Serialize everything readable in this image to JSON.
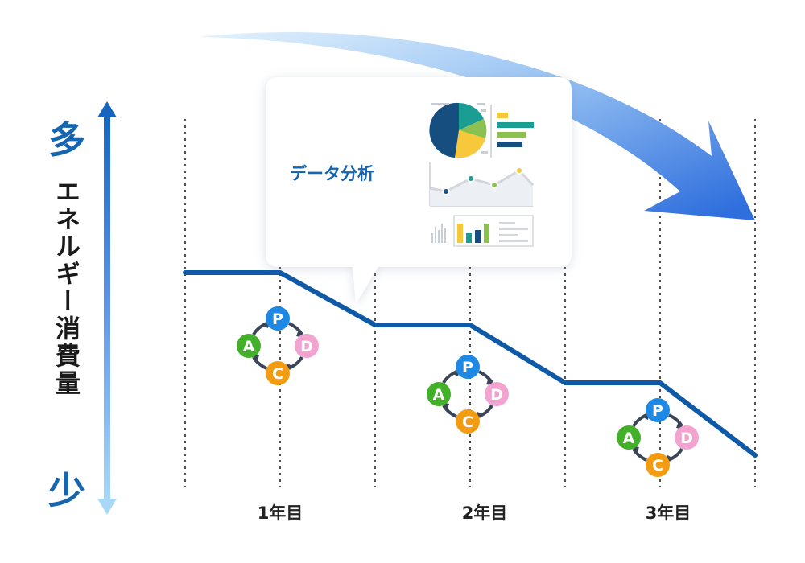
{
  "axis": {
    "top_label": "多",
    "bottom_label": "少",
    "vertical_label": "エネルギー消費量"
  },
  "timeline": {
    "years": [
      "1年目",
      "2年目",
      "3年目"
    ]
  },
  "callout": {
    "title": "データ分析"
  },
  "pdca": {
    "letters": [
      "P",
      "D",
      "C",
      "A"
    ]
  },
  "colors": {
    "line": "#0f5aa6",
    "axis_top": "#1565c0",
    "axis_bottom": "#a8d8f6",
    "big_arrow_start": "#cfe6fb",
    "big_arrow_end": "#2f6fdd",
    "p": "#1e88e5",
    "d": "#f2a3cf",
    "c": "#f39c12",
    "a": "#43b02a",
    "pdca_arrow": "#3a4658"
  }
}
